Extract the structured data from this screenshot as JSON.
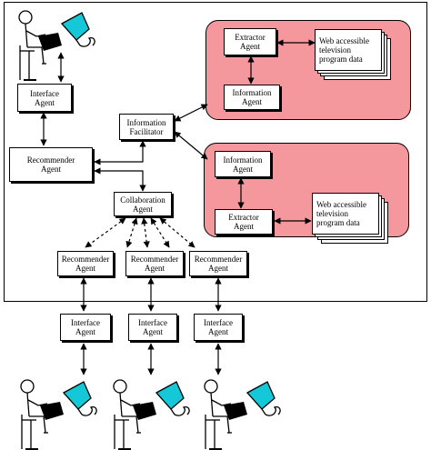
{
  "nodes": {
    "interface_agent_top": "Interface\nAgent",
    "recommender_agent_main": "Recommender\nAgent",
    "information_facilitator": "Information\nFacilitator",
    "collaboration_agent": "Collaboration\nAgent",
    "cluster1": {
      "extractor_agent": "Extractor\nAgent",
      "information_agent": "Information\nAgent",
      "data_source": "Web accessible\ntelevision\nprogram data"
    },
    "cluster2": {
      "information_agent": "Information\nAgent",
      "extractor_agent": "Extractor\nAgent",
      "data_source": "Web accessible\ntelevision\nprogram data"
    },
    "recommender_agents": [
      "Recommender\nAgent",
      "Recommender\nAgent",
      "Recommender\nAgent"
    ],
    "interface_agents": [
      "Interface\nAgent",
      "Interface\nAgent",
      "Interface\nAgent"
    ]
  },
  "colors": {
    "cluster_fill": "#f5989d",
    "monitor_fill": "#14c8d8",
    "line": "#000000"
  },
  "icons": [
    "user-at-computer-icon"
  ]
}
